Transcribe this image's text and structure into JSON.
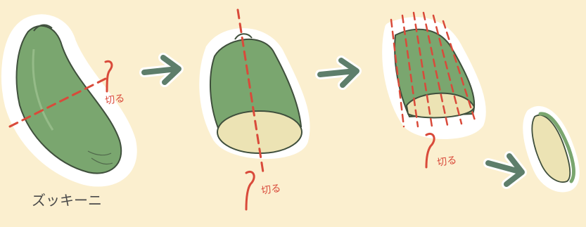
{
  "label_vegetable": "ズッキーニ",
  "cut_label_1": "切る",
  "cut_label_2": "切る",
  "cut_label_3": "切る",
  "colors": {
    "background": "#fbefcf",
    "halo": "#ffffff",
    "zucchini_skin": "#7aa66f",
    "zucchini_outline": "#3f4f3c",
    "flesh": "#ece3b4",
    "cut_line": "#d94a3a",
    "arrow": "#5e7e6b",
    "label_text": "#4a4a4a"
  }
}
